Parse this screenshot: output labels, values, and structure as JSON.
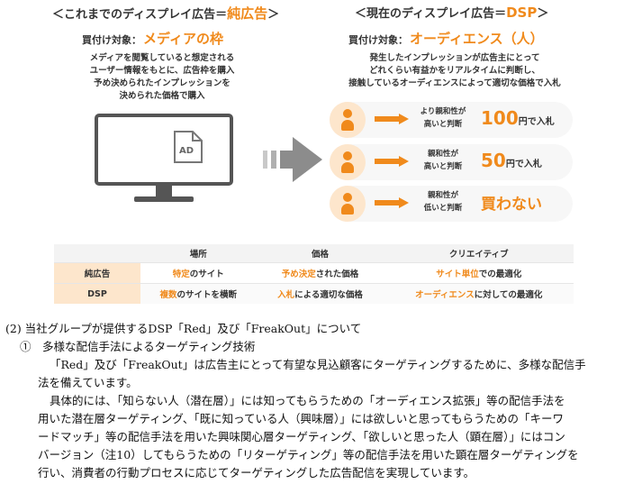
{
  "left": {
    "header_prefix": "＜これまでのディスプレイ広告＝",
    "header_accent": "純広告",
    "header_suffix": "＞",
    "buy_label": "買付け対象：",
    "buy_target": "メディアの枠",
    "description": "メディアを閲覧していると想定される\nユーザー情報をもとに、広告枠を購入\n予め決められたインプレッションを\n決められた価格で購入",
    "ad_label": "AD"
  },
  "right": {
    "header_prefix": "＜現在のディスプレイ広告＝",
    "header_accent": "DSP",
    "header_suffix": "＞",
    "buy_label": "買付け対象：",
    "buy_target": "オーディエンス（人）",
    "description": "発生したインプレッションが広告主にとって\nどれくらい有益かをリアルタイムに判断し、\n接触しているオーディエンスによって適切な価格で入札",
    "rows": [
      {
        "condition": "より親和性が\n高いと判断",
        "amount": "100",
        "unit": "円で入札"
      },
      {
        "condition": "親和性が\n高いと判断",
        "amount": "50",
        "unit": "円で入札"
      },
      {
        "condition": "親和性が\n低いと判断",
        "amount": "",
        "unit": "",
        "no_bid": "買わない"
      }
    ]
  },
  "colors": {
    "accent": "#f08a1c",
    "light_accent": "#fde6cc",
    "arrow_gray": "#8c8c8c"
  },
  "table": {
    "headers": [
      "",
      "場所",
      "価格",
      "クリエイティブ"
    ],
    "rows": [
      {
        "label": "純広告",
        "place_accent": "特定",
        "place_rest": "のサイト",
        "price_accent": "予め決定",
        "price_rest": "された価格",
        "creative_accent": "サイト単位",
        "creative_rest": "での最適化"
      },
      {
        "label": "DSP",
        "place_accent": "複数",
        "place_rest": "のサイトを横断",
        "price_accent": "入札",
        "price_rest": "による適切な価格",
        "creative_accent": "オーディエンス",
        "creative_rest": "に対しての最適化"
      }
    ]
  },
  "text": {
    "section": "(2) 当社グループが提供するDSP「Red」及び「FreakOut」について",
    "sub": "①　多様な配信手法によるターゲティング技術",
    "p1_l1": "「Red」及び「FreakOut」は広告主にとって有望な見込顧客にターゲティングするために、多様な配信手",
    "p1_l2": "法を備えています。",
    "p2_l1": "具体的には、「知らない人（潜在層）」には知ってもらうための「オーディエンス拡張」等の配信手法を",
    "p2_l2": "用いた潜在層ターゲティング、「既に知っている人（興味層）」には欲しいと思ってもらうための「キーワ",
    "p2_l3": "ードマッチ」等の配信手法を用いた興味関心層ターゲティング、「欲しいと思った人（顕在層）」にはコン",
    "p2_l4": "バージョン（注10）してもらうための「リターゲティング」等の配信手法を用いた顕在層ターゲティングを",
    "p2_l5": "行い、消費者の行動プロセスに応じてターゲティングした広告配信を実現しています。"
  }
}
